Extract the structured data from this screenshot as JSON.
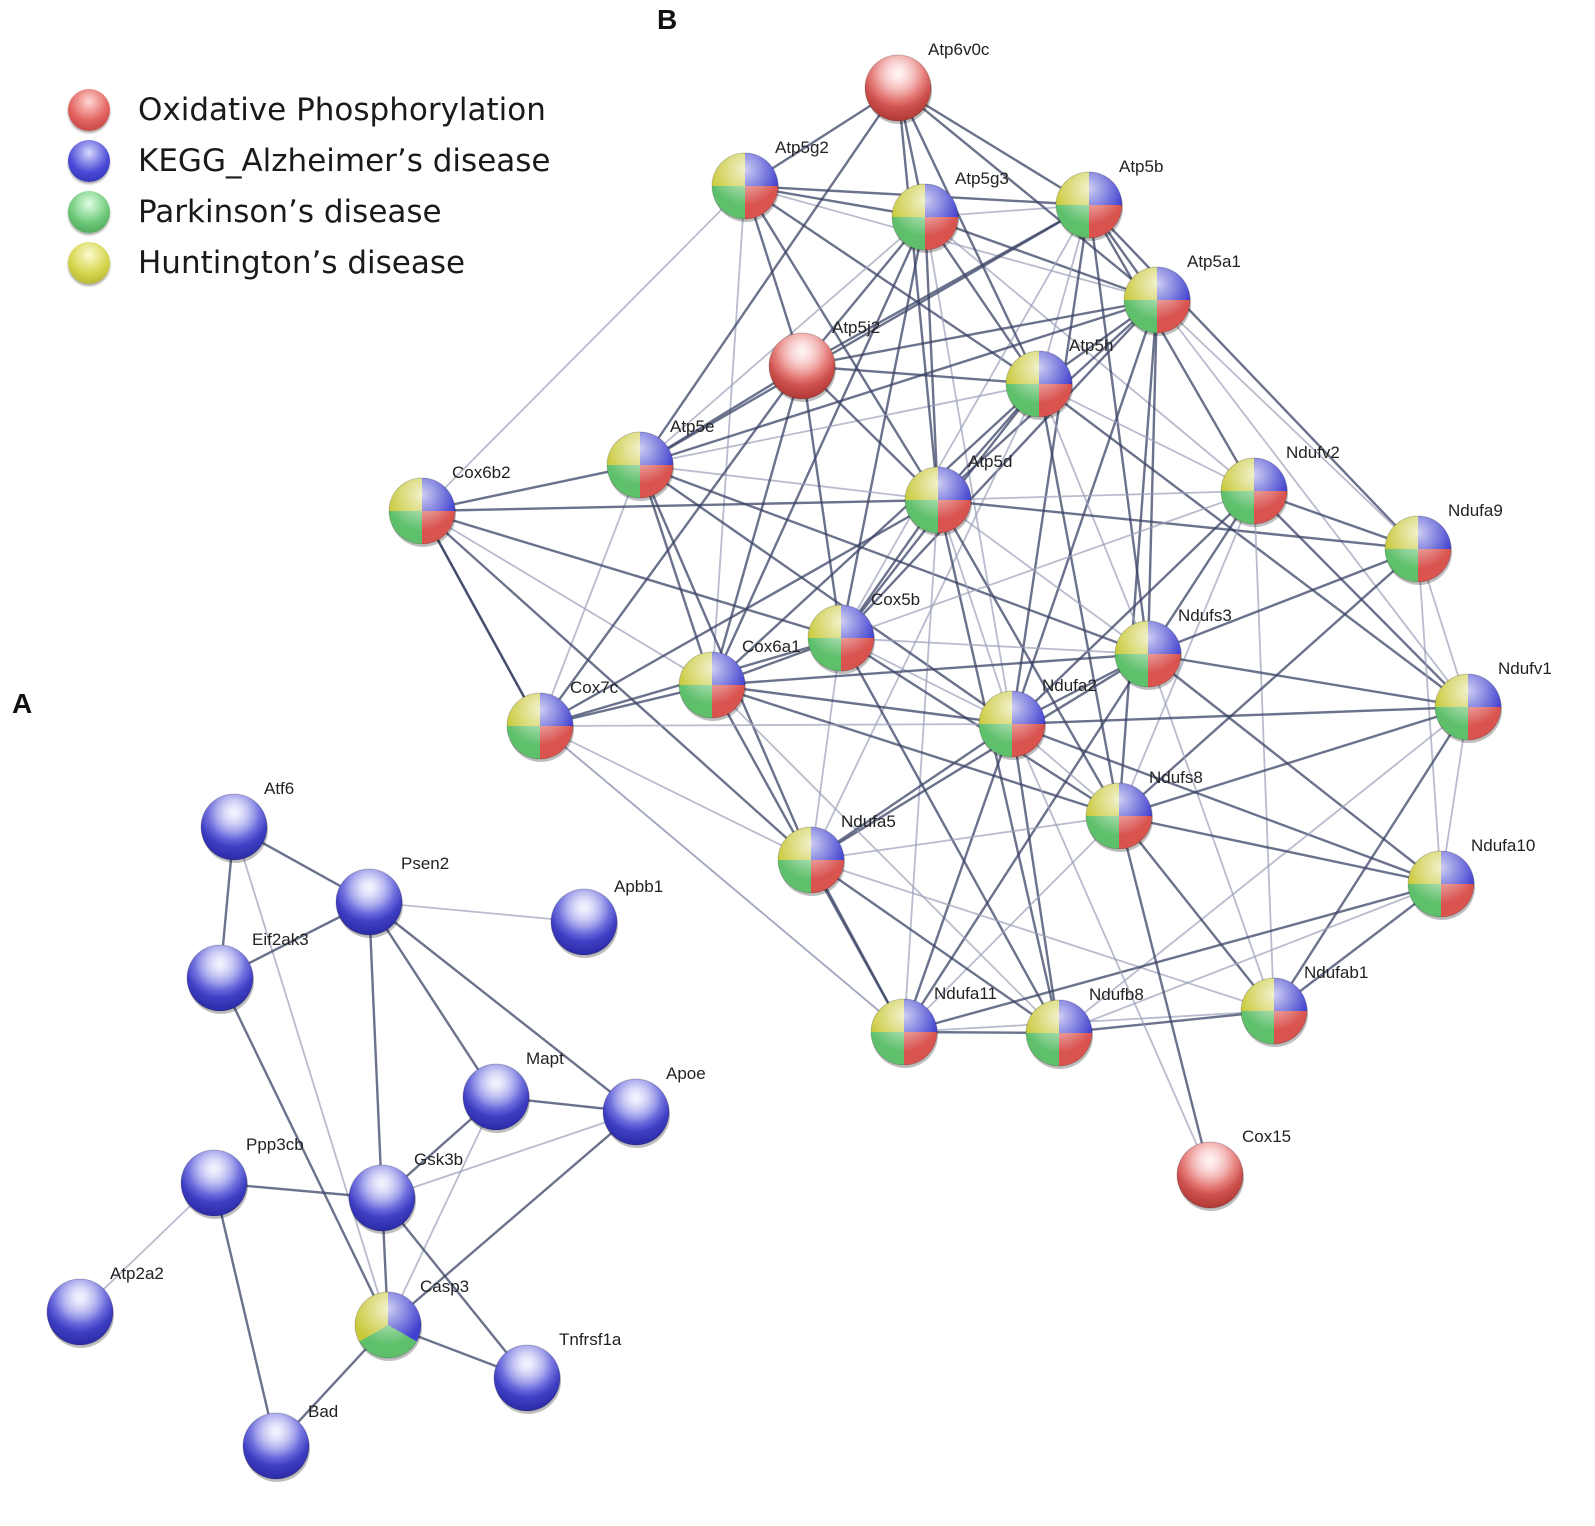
{
  "panels": {
    "a": "A",
    "b": "B"
  },
  "colors": {
    "oxidative": "#d9534f",
    "alzheimer": "#4040d0",
    "parkinson": "#5fc06b",
    "huntington": "#c9c93a",
    "edge": "#3a4366",
    "edge_light": "#9aa0b8"
  },
  "legend": [
    {
      "label": "Oxidative Phosphorylation",
      "color": "#d9534f"
    },
    {
      "label": "KEGG_Alzheimer’s disease",
      "color": "#4040d0"
    },
    {
      "label": "Parkinson’s disease",
      "color": "#5fc06b"
    },
    {
      "label": "Huntington’s disease",
      "color": "#c9c93a"
    }
  ],
  "network_a": {
    "nodes": [
      {
        "id": "Atf6",
        "label": "Atf6",
        "type": "blue"
      },
      {
        "id": "Psen2",
        "label": "Psen2",
        "type": "blue"
      },
      {
        "id": "Apbb1",
        "label": "Apbb1",
        "type": "blue"
      },
      {
        "id": "Eif2ak3",
        "label": "Eif2ak3",
        "type": "blue"
      },
      {
        "id": "Mapt",
        "label": "Mapt",
        "type": "blue"
      },
      {
        "id": "Apoe",
        "label": "Apoe",
        "type": "blue"
      },
      {
        "id": "Ppp3cb",
        "label": "Ppp3cb",
        "type": "blue"
      },
      {
        "id": "Gsk3b",
        "label": "Gsk3b",
        "type": "blue"
      },
      {
        "id": "Atp2a2",
        "label": "Atp2a2",
        "type": "blue"
      },
      {
        "id": "Casp3",
        "label": "Casp3",
        "type": "tri"
      },
      {
        "id": "Tnfrsf1a",
        "label": "Tnfrsf1a",
        "type": "blue"
      },
      {
        "id": "Bad",
        "label": "Bad",
        "type": "blue"
      }
    ],
    "edges": [
      [
        "Atf6",
        "Psen2"
      ],
      [
        "Atf6",
        "Eif2ak3"
      ],
      [
        "Atf6",
        "Casp3"
      ],
      [
        "Psen2",
        "Eif2ak3"
      ],
      [
        "Psen2",
        "Apbb1"
      ],
      [
        "Psen2",
        "Mapt"
      ],
      [
        "Psen2",
        "Apoe"
      ],
      [
        "Psen2",
        "Gsk3b"
      ],
      [
        "Eif2ak3",
        "Casp3"
      ],
      [
        "Mapt",
        "Gsk3b"
      ],
      [
        "Mapt",
        "Apoe"
      ],
      [
        "Mapt",
        "Casp3"
      ],
      [
        "Apoe",
        "Gsk3b"
      ],
      [
        "Apoe",
        "Casp3"
      ],
      [
        "Ppp3cb",
        "Gsk3b"
      ],
      [
        "Ppp3cb",
        "Atp2a2"
      ],
      [
        "Ppp3cb",
        "Bad"
      ],
      [
        "Gsk3b",
        "Casp3"
      ],
      [
        "Gsk3b",
        "Tnfrsf1a"
      ],
      [
        "Casp3",
        "Tnfrsf1a"
      ],
      [
        "Casp3",
        "Bad"
      ]
    ]
  },
  "network_b": {
    "nodes": [
      {
        "id": "Atp6v0c",
        "label": "Atp6v0c",
        "type": "red"
      },
      {
        "id": "Atp5g2",
        "label": "Atp5g2",
        "type": "quad"
      },
      {
        "id": "Atp5g3",
        "label": "Atp5g3",
        "type": "quad"
      },
      {
        "id": "Atp5b",
        "label": "Atp5b",
        "type": "quad"
      },
      {
        "id": "Atp5a1",
        "label": "Atp5a1",
        "type": "quad"
      },
      {
        "id": "Atp5j2",
        "label": "Atp5j2",
        "type": "red"
      },
      {
        "id": "Atp5h",
        "label": "Atp5h",
        "type": "quad"
      },
      {
        "id": "Atp5e",
        "label": "Atp5e",
        "type": "quad"
      },
      {
        "id": "Cox6b2",
        "label": "Cox6b2",
        "type": "quad"
      },
      {
        "id": "Atp5d",
        "label": "Atp5d",
        "type": "quad"
      },
      {
        "id": "Ndufv2",
        "label": "Ndufv2",
        "type": "quad"
      },
      {
        "id": "Ndufa9",
        "label": "Ndufa9",
        "type": "quad"
      },
      {
        "id": "Cox5b",
        "label": "Cox5b",
        "type": "quad"
      },
      {
        "id": "Ndufs3",
        "label": "Ndufs3",
        "type": "quad"
      },
      {
        "id": "Cox6a1",
        "label": "Cox6a1",
        "type": "quad"
      },
      {
        "id": "Cox7c",
        "label": "Cox7c",
        "type": "quad"
      },
      {
        "id": "Ndufa2",
        "label": "Ndufa2",
        "type": "quad"
      },
      {
        "id": "Ndufv1",
        "label": "Ndufv1",
        "type": "quad"
      },
      {
        "id": "Ndufs8",
        "label": "Ndufs8",
        "type": "quad"
      },
      {
        "id": "Ndufa5",
        "label": "Ndufa5",
        "type": "quad"
      },
      {
        "id": "Ndufa10",
        "label": "Ndufa10",
        "type": "quad"
      },
      {
        "id": "Ndufab1",
        "label": "Ndufab1",
        "type": "quad"
      },
      {
        "id": "Ndufa11",
        "label": "Ndufa11",
        "type": "quad"
      },
      {
        "id": "Ndufb8",
        "label": "Ndufb8",
        "type": "quad"
      },
      {
        "id": "Cox15",
        "label": "Cox15",
        "type": "red"
      }
    ]
  }
}
